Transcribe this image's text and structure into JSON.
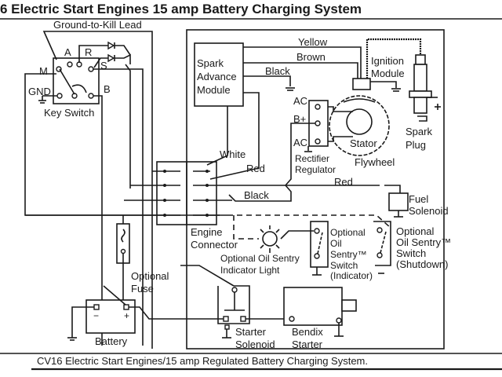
{
  "title": "6 Electric Start Engines 15 amp Battery Charging System",
  "caption": "CV16 Electric Start Engines/15 amp Regulated Battery Charging System.",
  "labels": {
    "ground_to_kill": "Ground-to-Kill Lead",
    "key_switch": "Key Switch",
    "terminal_a": "A",
    "terminal_r": "R",
    "terminal_m": "M",
    "terminal_s": "S",
    "terminal_gnd": "GND",
    "terminal_b": "B",
    "spark_advance_1": "Spark",
    "spark_advance_2": "Advance",
    "spark_advance_3": "Module",
    "yellow": "Yellow",
    "brown": "Brown",
    "black_top": "Black",
    "ignition_1": "Ignition",
    "ignition_2": "Module",
    "ac_top": "AC",
    "b_plus": "B+",
    "ac_bottom": "AC",
    "stator": "Stator",
    "spark_plug_1": "Spark",
    "spark_plug_2": "Plug",
    "rectifier_1": "Rectifier",
    "rectifier_2": "Regulator",
    "flywheel": "Flywheel",
    "white": "White",
    "red_1": "Red",
    "red_2": "Red",
    "black_mid": "Black",
    "fuel_1": "Fuel",
    "fuel_2": "Solenoid",
    "engine_connector_1": "Engine",
    "engine_connector_2": "Connector",
    "oil_light_1": "Optional Oil Sentry",
    "oil_light_2": "Indicator Light",
    "oil_ind_1": "Optional",
    "oil_ind_2": "Oil",
    "oil_ind_3": "Sentry™",
    "oil_ind_4": "Switch",
    "oil_ind_5": "(Indicator)",
    "oil_shut_1": "Optional",
    "oil_shut_2": "Oil Sentry™",
    "oil_shut_3": "Switch",
    "oil_shut_4": "(Shutdown)",
    "fuse_1": "Optional",
    "fuse_2": "Fuse",
    "battery": "Battery",
    "battery_minus": "−",
    "battery_plus": "+",
    "starter_solenoid_1": "Starter",
    "starter_solenoid_2": "Solenoid",
    "bendix_1": "Bendix",
    "bendix_2": "Starter"
  }
}
